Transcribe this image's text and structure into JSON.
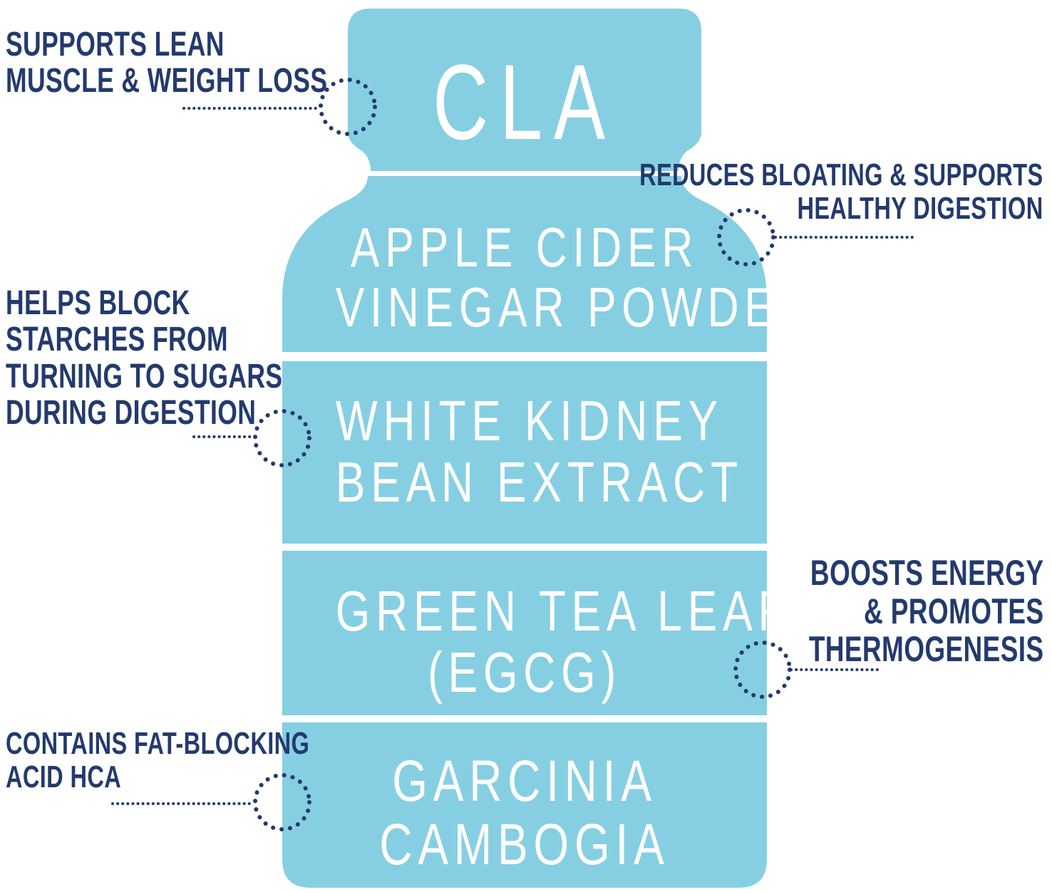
{
  "colors": {
    "bottle": "#86cfe2",
    "text_dark": "#233a6e",
    "text_light": "#ffffff",
    "callout": "#233a6e"
  },
  "bottle": {
    "cap_label": "CLA",
    "ingredients": [
      {
        "lines": [
          "APPLE CIDER",
          "VINEGAR POWDER"
        ]
      },
      {
        "lines": [
          "WHITE KIDNEY",
          "BEAN EXTRACT"
        ]
      },
      {
        "lines": [
          "GREEN TEA LEAF",
          "(EGCG)"
        ]
      },
      {
        "lines": [
          "GARCINIA",
          "CAMBOGIA"
        ]
      }
    ]
  },
  "benefits": [
    {
      "lines": [
        "SUPPORTS LEAN",
        "MUSCLE & WEIGHT LOSS"
      ]
    },
    {
      "lines": [
        "REDUCES BLOATING & SUPPORTS",
        "HEALTHY DIGESTION"
      ]
    },
    {
      "lines": [
        "HELPS BLOCK",
        "STARCHES FROM",
        "TURNING TO SUGARS",
        "DURING DIGESTION"
      ]
    },
    {
      "lines": [
        "BOOSTS ENERGY",
        "& PROMOTES",
        "THERMOGENESIS"
      ]
    },
    {
      "lines": [
        "CONTAINS FAT-BLOCKING",
        "ACID HCA"
      ]
    }
  ]
}
